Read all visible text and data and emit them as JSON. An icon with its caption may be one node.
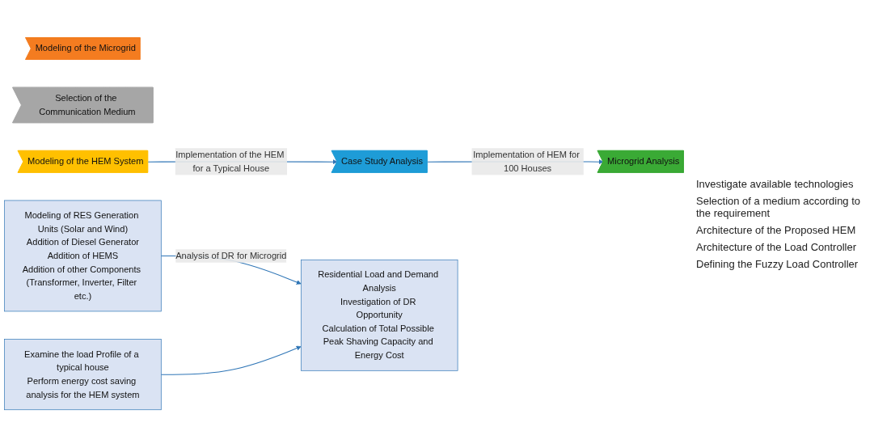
{
  "diagram": {
    "nodes": [
      {
        "text": [
          "Modeling of the Microgrid"
        ]
      },
      {
        "text": [
          "Selection of the Communication Medium"
        ]
      },
      {
        "text": [
          "Modeling of the HEM System"
        ]
      },
      {
        "text": [
          "Case Study Analysis"
        ]
      },
      {
        "text": [
          "Microgrid Analysis"
        ]
      },
      {
        "text": [
          "Modeling of RES Generation Units (Solar and Wind)",
          "Addition of Diesel Generator",
          "Addition of HEMS",
          "Addition of other Components (Transformer, Inverter, Filter etc.)"
        ]
      },
      {
        "text": [
          "Examine the load Profile of a typical house",
          "Perform energy cost saving analysis for the HEM system"
        ]
      },
      {
        "text": [
          "Residential Load and Demand Analysis",
          "Investigation of DR Opportunity",
          "Calculation of Total Possible Peak Shaving Capacity and Energy Cost"
        ]
      }
    ],
    "edges": [
      {
        "from": 2,
        "to": 3,
        "arrow": "to",
        "label": "Implementation of the HEM for a Typical House"
      },
      {
        "from": 3,
        "to": 4,
        "arrow": "to",
        "label": "Implementation of HEM for 100 Houses"
      },
      {
        "from": 5,
        "to": 7,
        "arrow": "to",
        "label": "Analysis of DR for Microgrid"
      },
      {
        "from": 6,
        "to": 7,
        "arrow": "to"
      }
    ],
    "labels": [
      "Investigate available technologies",
      "Selection of a medium according to the requirement",
      "Architecture of the Proposed HEM",
      "Architecture of the Load Controller",
      "Defining the Fuzzy Load Controller"
    ]
  }
}
